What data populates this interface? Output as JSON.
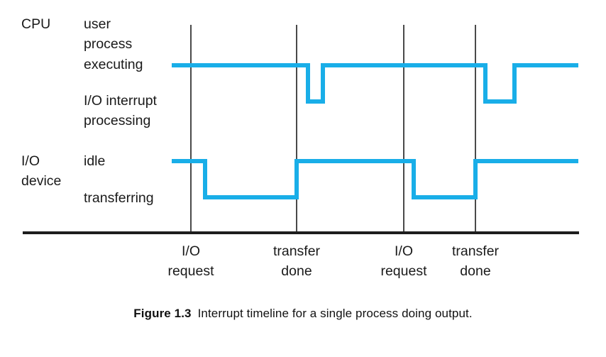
{
  "figure": {
    "caption_label": "Figure 1.3",
    "caption_text": "Interrupt timeline for a single process doing output."
  },
  "rows": {
    "cpu": {
      "name": "CPU",
      "state_high": "user\nprocess\nexecuting",
      "state_high_lines": [
        "user",
        "process",
        "executing"
      ],
      "state_low": "I/O interrupt\nprocessing",
      "state_low_lines": [
        "I/O interrupt",
        "processing"
      ]
    },
    "io": {
      "name_lines": [
        "I/O",
        "device"
      ],
      "state_high": "idle",
      "state_low": "transferring"
    }
  },
  "events": [
    {
      "id": "io-request-1",
      "lines": [
        "I/O",
        "request"
      ],
      "x": 269
    },
    {
      "id": "transfer-done-1",
      "lines": [
        "transfer",
        "done"
      ],
      "x": 418
    },
    {
      "id": "io-request-2",
      "lines": [
        "I/O",
        "request"
      ],
      "x": 569
    },
    {
      "id": "transfer-done-2",
      "lines": [
        "transfer",
        "done"
      ],
      "x": 670
    }
  ],
  "colors": {
    "signal": "#19AEE8",
    "axis": "#1d1d1d",
    "event_line": "#4a4a4a",
    "text": "#1a1a1a"
  },
  "chart_data": {
    "type": "line",
    "title": "Interrupt timeline for a single process doing output.",
    "xlabel": "",
    "ylabel": "",
    "grid": false,
    "legend": "none",
    "xlim": [
      242,
      816
    ],
    "annotations": [
      {
        "label": "I/O request",
        "x": 269
      },
      {
        "label": "transfer done",
        "x": 418
      },
      {
        "label": "I/O request",
        "x": 569
      },
      {
        "label": "transfer done",
        "x": 670
      }
    ],
    "series": [
      {
        "name": "CPU",
        "levels": [
          "user process executing",
          "I/O interrupt processing"
        ],
        "level_y": {
          "high": 92,
          "low": 143
        },
        "steps": [
          {
            "x_start": 242,
            "x_end": 434,
            "level": "high"
          },
          {
            "x_start": 434,
            "x_end": 455,
            "level": "low"
          },
          {
            "x_start": 455,
            "x_end": 684,
            "level": "high"
          },
          {
            "x_start": 684,
            "x_end": 725,
            "level": "low"
          },
          {
            "x_start": 725,
            "x_end": 815,
            "level": "high"
          }
        ]
      },
      {
        "name": "I/O device",
        "levels": [
          "idle",
          "transferring"
        ],
        "level_y": {
          "high": 227,
          "low": 278
        },
        "steps": [
          {
            "x_start": 242,
            "x_end": 289,
            "level": "high"
          },
          {
            "x_start": 289,
            "x_end": 418,
            "level": "low"
          },
          {
            "x_start": 418,
            "x_end": 583,
            "level": "high"
          },
          {
            "x_start": 583,
            "x_end": 670,
            "level": "low"
          },
          {
            "x_start": 670,
            "x_end": 815,
            "level": "high"
          }
        ]
      }
    ]
  }
}
